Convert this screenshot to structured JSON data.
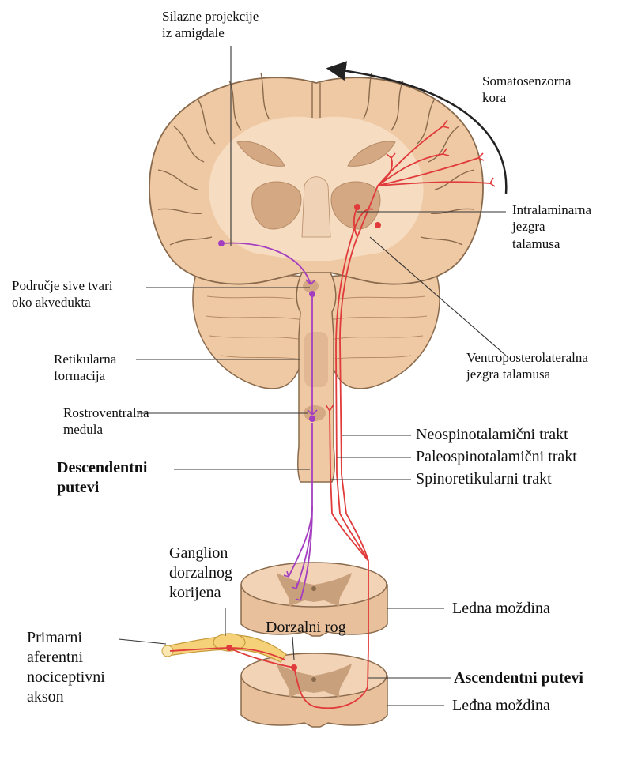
{
  "labels": {
    "silazne_projekcije": [
      "Silazne projekcije",
      "iz amigdale"
    ],
    "somatosenzorna_kora": [
      "Somatosenzorna",
      "kora"
    ],
    "intralaminarna": [
      "Intralaminarna",
      "jezgra",
      "talamusa"
    ],
    "podrucje_sive_tvari": [
      "Područje sive tvari",
      "oko akvedukta"
    ],
    "retikularna_formacija": [
      "Retikularna",
      "formacija"
    ],
    "ventroposterolateralna": [
      "Ventroposterolateralna",
      "jezgra talamusa"
    ],
    "rostroventralna_medula": [
      "Rostroventralna",
      "medula"
    ],
    "neospinotalamicni": "Neospinotalamični trakt",
    "paleospinotalamicni": "Paleospinotalamični trakt",
    "spinoretikularni": "Spinoretikularni trakt",
    "descendentni_putevi": [
      "Descendentni",
      "putevi"
    ],
    "ledna_mozdina_1": "Leđna moždina",
    "ganglion": [
      "Ganglion",
      "dorzalnog",
      "korijena"
    ],
    "ascendentni_putevi": "Ascendentni putevi",
    "dorzalni_rog": "Dorzalni rog",
    "primarni_aferentni": [
      "Primarni",
      "aferentni",
      "nociceptivni",
      "akson"
    ],
    "ledna_mozdina_2": "Leđna moždina"
  },
  "colors": {
    "brain_tissue": "#efc9a4",
    "brain_outline": "#8a6a4c",
    "gray_matter": "#d4a882",
    "ascending_tract": "#e03a3a",
    "descending_tract": "#a43ec0",
    "ganglion": "#f5d27a",
    "leader_line": "#333333"
  }
}
